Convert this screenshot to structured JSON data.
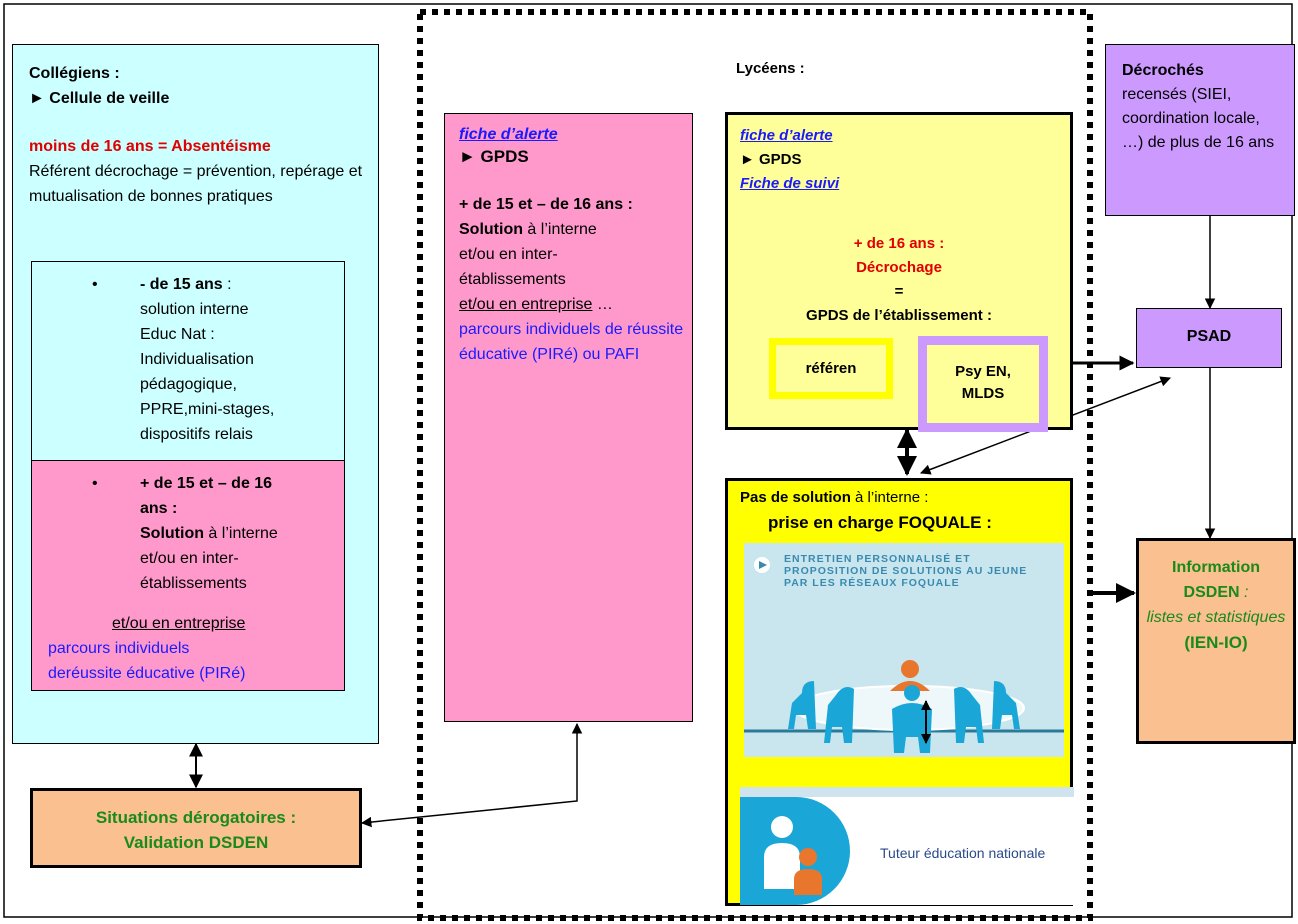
{
  "colleges": {
    "title": "Collégiens :",
    "veille": "► Cellule de veille",
    "moins16": "moins de 16 ans  = Absentéisme",
    "referent": "Référent décrochage = prévention, repérage et mutualisation de bonnes pratiques",
    "moins15": {
      "bullet": "•",
      "head": "- de 15 ans",
      "colon": " :",
      "lines": [
        "solution interne",
        "Educ Nat :",
        "Individualisation",
        "pédagogique,",
        "PPRE,mini-stages,",
        "dispositifs relais"
      ]
    },
    "plus15": {
      "bullet": "•",
      "head1": "+ de 15 et – de 16",
      "head2": "ans :",
      "solution": "Solution",
      "sol_rest": "  à l’interne",
      "l2": "et/ou en inter-",
      "l3": "établissements",
      "l4": "et/ou en entreprise",
      "l5": "parcours individuels",
      "l6": "deréussite éducative  (PIRé)"
    }
  },
  "lycees_label": "Lycéens :",
  "pink": {
    "fiche": "fiche d’alerte",
    "gpds": "► GPDS",
    "age": "+ de 15 et – de 16 ans :",
    "solution": "Solution",
    "sol_rest": " à l’interne",
    "l2": "et/ou en inter-",
    "l3": "établissements",
    "l4": "et/ou en entreprise",
    "l4b": " …",
    "blue": "parcours individuels de réussite éducative (PIRé) ou PAFI"
  },
  "yellow": {
    "fiche": "fiche d’alerte",
    "gpds": "► GPDS",
    "suivi": "Fiche de suivi",
    "age": "+ de 16 ans :",
    "decro": "Décrochage",
    "eq": "=",
    "gpds_etab": "GPDS de l’établissement :",
    "referent": "référen",
    "psy1": "Psy EN,",
    "psy2": "MLDS"
  },
  "decroches": {
    "title": "Décrochés",
    "text": "recensés (SIEI, coordination locale, …) de plus de 16 ans"
  },
  "psad": "PSAD",
  "foquale": {
    "pas": "Pas de solution",
    "pas_rest": "  à l’interne :",
    "prise": "prise en charge FOQUALE :",
    "entretien": "ENTRETIEN PERSONNALISÉ ET PROPOSITION DE SOLUTIONS AU JEUNE PAR LES RÉSEAUX FOQUALE",
    "tuteur": "Tuteur éducation nationale"
  },
  "info": {
    "title": "Information",
    "dsden": "DSDEN",
    "colon": " :",
    "listes": "listes et statistiques",
    "ien": "(IEN-IO)"
  },
  "situations": {
    "l1": "Situations dérogatoires :",
    "l2": "Validation DSDEN"
  },
  "colors": {
    "cyan": "#ccffff",
    "pink": "#ff99cc",
    "yellow": "#ffff99",
    "bright_yellow": "#ffff00",
    "purple": "#cc99ff",
    "orange": "#fac090",
    "red": "#e00000",
    "blue": "#1a1aff",
    "green": "#1a8a1a"
  }
}
